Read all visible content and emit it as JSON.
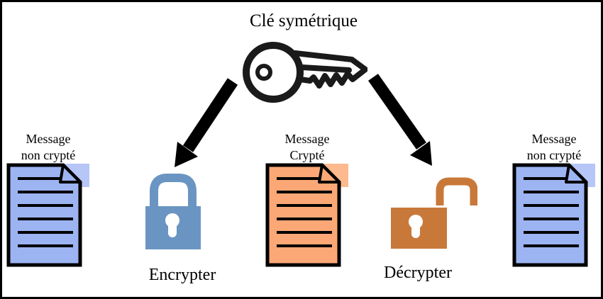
{
  "diagram": {
    "title": "Clé symétrique",
    "key_icon": "symmetric-key",
    "documents": [
      {
        "id": "plaintext-left",
        "label_line1": "Message",
        "label_line2": "non crypté",
        "state": "unencrypted"
      },
      {
        "id": "ciphertext",
        "label_line1": "Message",
        "label_line2": "Crypté",
        "state": "encrypted"
      },
      {
        "id": "plaintext-right",
        "label_line1": "Message",
        "label_line2": "non crypté",
        "state": "unencrypted"
      }
    ],
    "operations": [
      {
        "id": "encrypt",
        "label": "Encrypter",
        "lock_state": "closed"
      },
      {
        "id": "decrypt",
        "label": "Décrypter",
        "lock_state": "open"
      }
    ]
  },
  "colors": {
    "doc_blue": "#9db4f2",
    "doc_blue_fold": "#b6c6f7",
    "doc_orange": "#fca876",
    "doc_orange_fold": "#fdba8f",
    "lock_blue": "#6a95c2",
    "lock_orange": "#c8793a",
    "arrow_black": "#000000",
    "key_black": "#1a1a1a",
    "line_black": "#000000"
  }
}
